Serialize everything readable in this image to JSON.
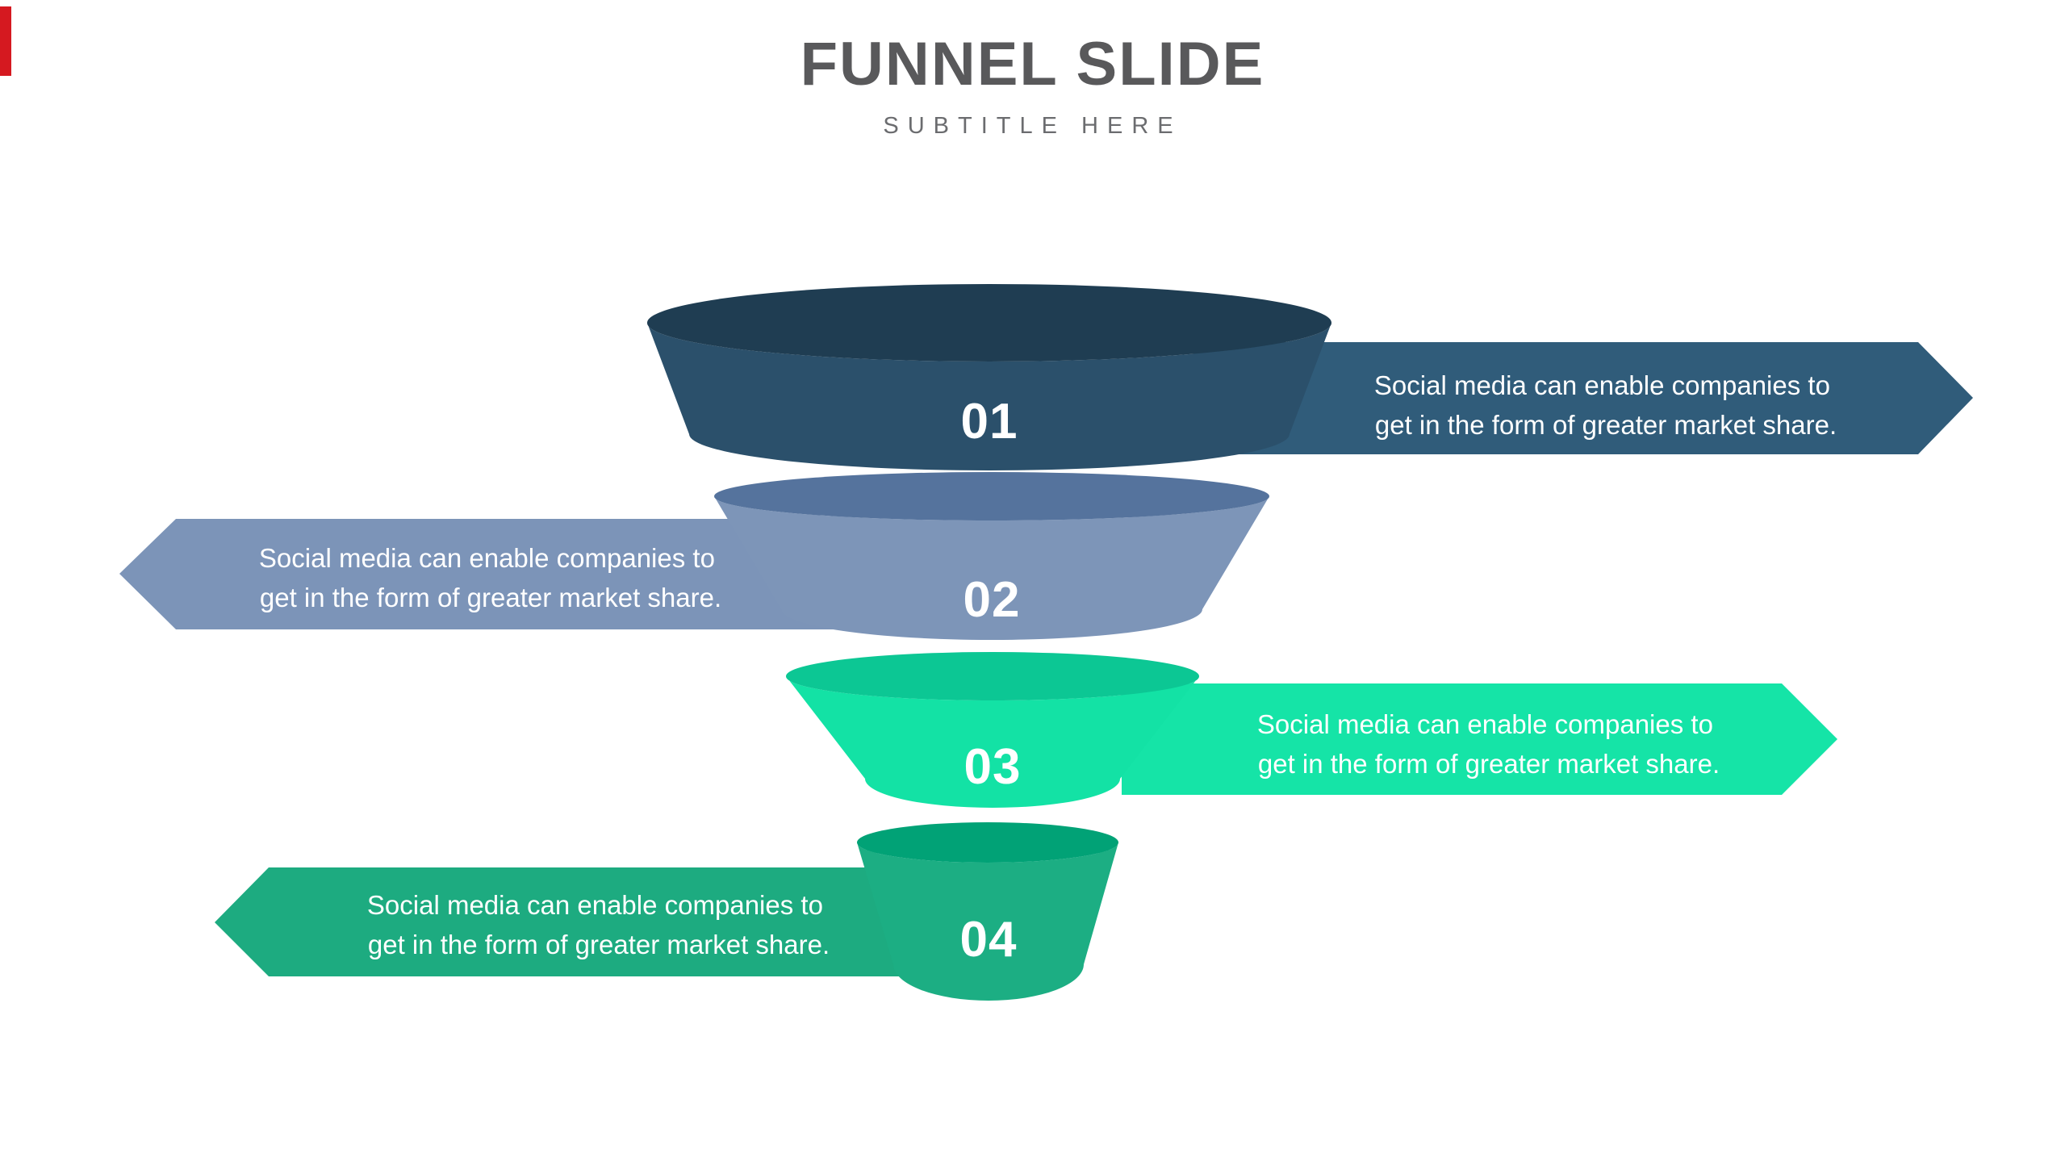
{
  "slide": {
    "title": "FUNNEL SLIDE",
    "subtitle": "SUBTITLE HERE",
    "background_color": "#ffffff",
    "title_color": "#59595b",
    "subtitle_color": "#6b6c6f",
    "accent_bar_color": "#d51920"
  },
  "funnel": {
    "stages": [
      {
        "number": "01",
        "banner_side": "right",
        "description_line1": "Social media can enable companies to",
        "description_line2": "get in the form of greater market share.",
        "body_color": "#2b506b",
        "top_color": "#1f3d52",
        "banner_color": "#305c7a"
      },
      {
        "number": "02",
        "banner_side": "left",
        "description_line1": "Social media can enable companies to",
        "description_line2": "get in the form of greater market share.",
        "body_color": "#7d95b8",
        "top_color": "#55739d",
        "banner_color": "#7c94b8"
      },
      {
        "number": "03",
        "banner_side": "right",
        "description_line1": "Social media can enable companies to",
        "description_line2": "get in the form of greater market share.",
        "body_color": "#13e2a5",
        "top_color": "#0cc794",
        "banner_color": "#15e4a7"
      },
      {
        "number": "04",
        "banner_side": "left",
        "description_line1": "Social media can enable companies to",
        "description_line2": "get in the form of greater market share.",
        "body_color": "#1cae83",
        "top_color": "#01a276",
        "banner_color": "#1dab80"
      }
    ]
  }
}
